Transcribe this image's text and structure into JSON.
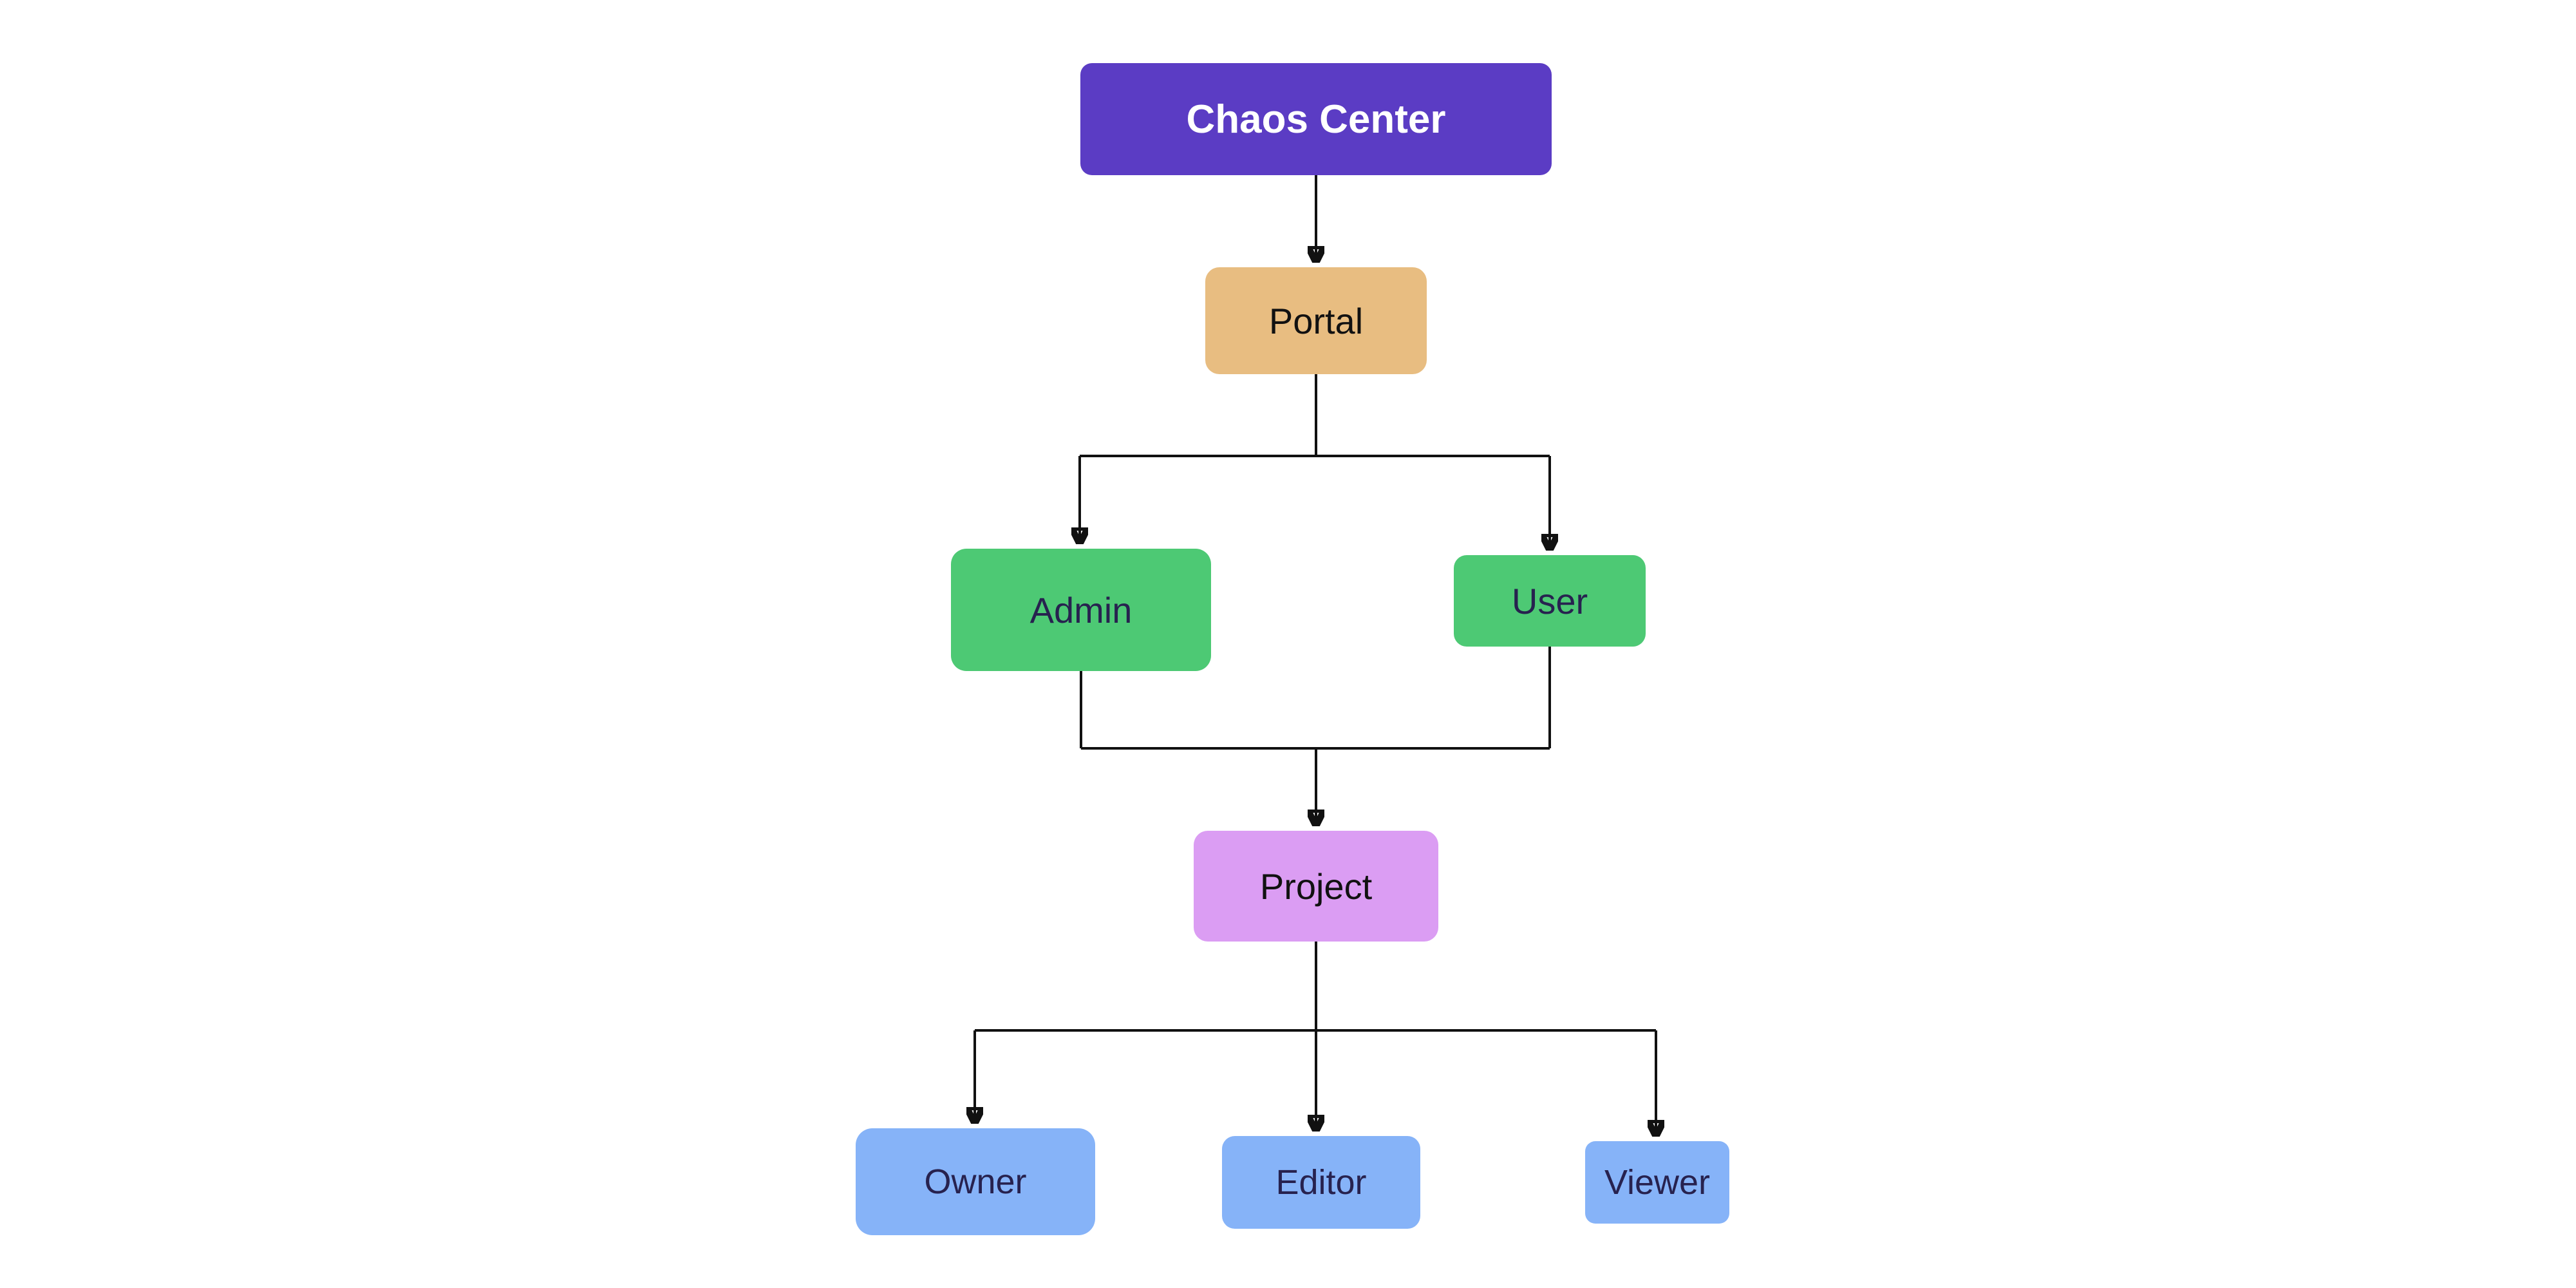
{
  "canvas": {
    "background": "#ffffff",
    "line_color": "#111111"
  },
  "diagram": {
    "type": "flowchart-top-down",
    "nodes": [
      {
        "id": "chaos-center",
        "label": "Chaos Center",
        "bg": "#5b3cc4",
        "fg": "#ffffff"
      },
      {
        "id": "portal",
        "label": "Portal",
        "bg": "#e8bd81",
        "fg": "#111111"
      },
      {
        "id": "admin",
        "label": "Admin",
        "bg": "#4dc974",
        "fg": "#27224f"
      },
      {
        "id": "user",
        "label": "User",
        "bg": "#4dc974",
        "fg": "#27224f"
      },
      {
        "id": "project",
        "label": "Project",
        "bg": "#db9df3",
        "fg": "#111111"
      },
      {
        "id": "owner",
        "label": "Owner",
        "bg": "#86b3f8",
        "fg": "#27224f"
      },
      {
        "id": "editor",
        "label": "Editor",
        "bg": "#86b3f8",
        "fg": "#27224f"
      },
      {
        "id": "viewer",
        "label": "Viewer",
        "bg": "#86b3f8",
        "fg": "#27224f"
      }
    ],
    "edges": [
      {
        "from": "chaos-center",
        "to": "portal"
      },
      {
        "from": "portal",
        "to": "admin"
      },
      {
        "from": "portal",
        "to": "user"
      },
      {
        "from": "admin",
        "to": "project"
      },
      {
        "from": "user",
        "to": "project"
      },
      {
        "from": "project",
        "to": "owner"
      },
      {
        "from": "project",
        "to": "editor"
      },
      {
        "from": "project",
        "to": "viewer"
      }
    ]
  }
}
